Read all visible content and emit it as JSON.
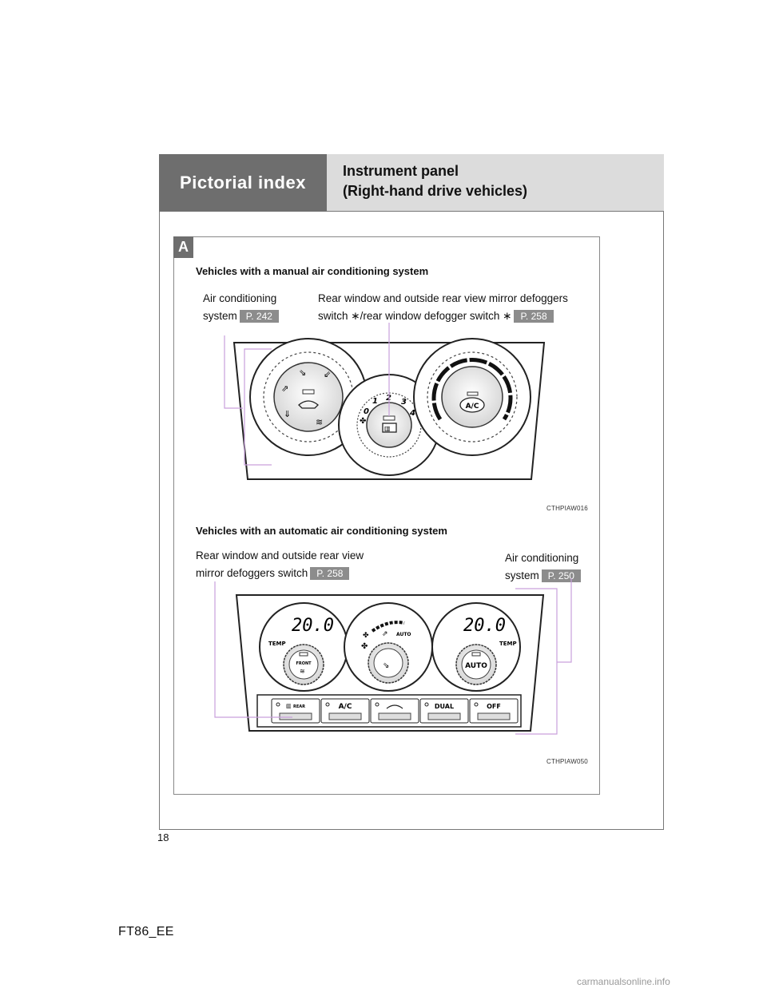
{
  "header": {
    "section_title": "Pictorial index",
    "page_title_line1": "Instrument panel",
    "page_title_line2": "(Right-hand drive vehicles)"
  },
  "badge": "A",
  "manual": {
    "title": "Vehicles with a manual air conditioning system",
    "callout_ac": {
      "line1": "Air conditioning",
      "line2": "system",
      "ref": "P. 242"
    },
    "callout_defog": {
      "line1": "Rear window and outside rear view mirror defoggers",
      "line2": "switch ∗/rear window defogger switch ∗",
      "ref": "P. 258"
    },
    "image_code": "CTHPIAW016",
    "dial_labels": {
      "fan_0": "0",
      "fan_1": "1",
      "fan_2": "2",
      "fan_3": "3",
      "fan_4": "4",
      "ac_button": "A/C"
    }
  },
  "automatic": {
    "title": "Vehicles with an automatic air conditioning system",
    "callout_defog": {
      "line1": "Rear window and outside rear view",
      "line2": "mirror defoggers switch",
      "ref": "P. 258"
    },
    "callout_ac": {
      "line1": "Air conditioning",
      "line2": "system",
      "ref": "P. 250"
    },
    "image_code": "CTHPIAW050",
    "display_left": "20.0",
    "display_right": "20.0",
    "labels": {
      "temp_left": "TEMP",
      "temp_right": "TEMP",
      "auto_indicator": "AUTO",
      "front": "FRONT",
      "auto_button": "AUTO"
    },
    "buttons": [
      "REAR",
      "A/C",
      "",
      "DUAL",
      "OFF"
    ]
  },
  "footer": {
    "page_number": "18",
    "doc_code": "FT86_EE",
    "watermark": "carmanualsonline.info"
  }
}
